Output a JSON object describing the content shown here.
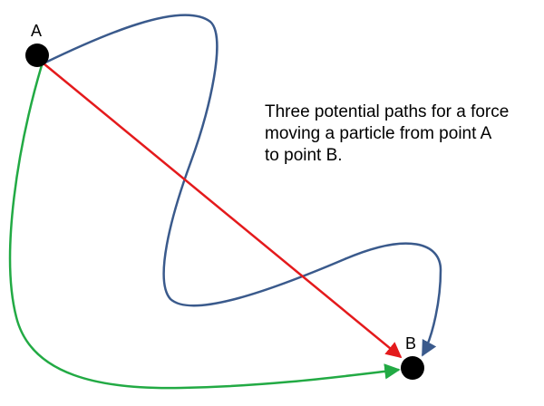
{
  "point_a": {
    "label": "A"
  },
  "point_b": {
    "label": "B"
  },
  "caption": {
    "lines": [
      "Three potential paths for a force",
      "moving a particle from point A",
      "to point B."
    ]
  },
  "paths": [
    {
      "id": "blue-path",
      "shape": "winding curve",
      "color": "#3A5A8C"
    },
    {
      "id": "red-path",
      "shape": "straight line",
      "color": "#E41A1C"
    },
    {
      "id": "green-path",
      "shape": "curve",
      "color": "#22AA44"
    }
  ],
  "colors": {
    "point": "#000000",
    "text": "#000000",
    "background": "#FFFFFF"
  }
}
